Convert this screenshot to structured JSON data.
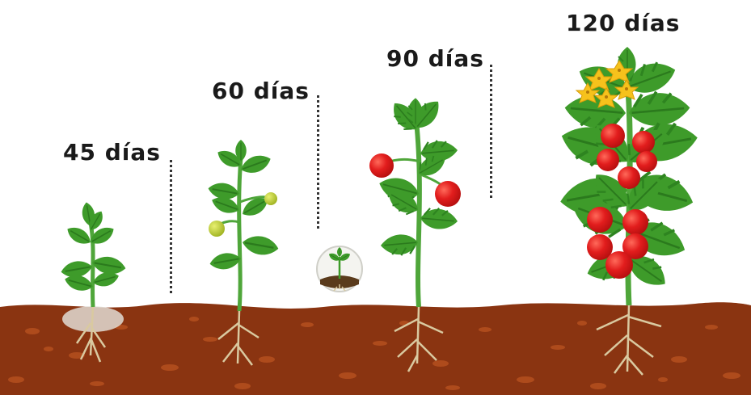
{
  "stages": [
    {
      "label": "45 días"
    },
    {
      "label": "60 días"
    },
    {
      "label": "90 días"
    },
    {
      "label": "120 días"
    }
  ],
  "colors": {
    "soil": "#8a3411",
    "soil_dark": "#6e2a0c",
    "soil_speck": "#b5501f",
    "leaf": "#3e9b2a",
    "leaf_dark": "#2b7a1d",
    "stem": "#4fa63a",
    "tomato": "#e21d1d",
    "green_tomato": "#b6c92a",
    "flower": "#f6c21c",
    "root": "#d9c9a0"
  }
}
